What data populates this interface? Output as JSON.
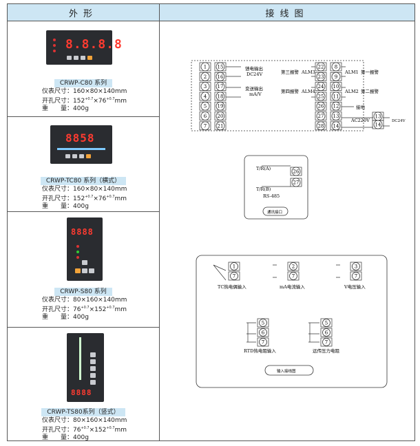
{
  "header": {
    "left": "外形",
    "right": "接线图"
  },
  "products": [
    {
      "name": "CRWP-C80 系列",
      "display": "8.8.8.8",
      "dim_label": "仪表尺寸：",
      "dim": "160×80×140mm",
      "cut_label": "开孔尺寸：",
      "cut": "152",
      "cut_tol1": "+0.7",
      "cut_mid": "×76",
      "cut_tol2": "+0.7",
      "cut_unit": "mm",
      "wt_label": "重　　量：",
      "wt": "400g"
    },
    {
      "name": "CRWP-TC80 系列（横式）",
      "display": "8858",
      "dim_label": "仪表尺寸：",
      "dim": "160×80×140mm",
      "cut_label": "开孔尺寸：",
      "cut": "152",
      "cut_tol1": "+0.7",
      "cut_mid": "×76",
      "cut_tol2": "+0.7",
      "cut_unit": "mm",
      "wt_label": "重　　量：",
      "wt": "400g"
    },
    {
      "name": "CRWP-S80 系列",
      "display": "8888",
      "dim_label": "仪表尺寸：",
      "dim": "80×160×140mm",
      "cut_label": "开孔尺寸：",
      "cut": "76",
      "cut_tol1": "+0.7",
      "cut_mid": "×152",
      "cut_tol2": "+0.7",
      "cut_unit": "mm",
      "wt_label": "重　　量：",
      "wt": "400g"
    },
    {
      "name": "CRWP-TS80系列（竖式）",
      "display": "8888",
      "dim_label": "仪表尺寸：",
      "dim": "80×160×140mm",
      "cut_label": "开孔尺寸：",
      "cut": "76",
      "cut_tol1": "+0.7",
      "cut_mid": "×152",
      "cut_tol2": "+0.7",
      "cut_unit": "mm",
      "wt_label": "重　　量：",
      "wt": "400g"
    }
  ],
  "wiring": {
    "terms_left_a": [
      "1",
      "2",
      "3",
      "4",
      "5",
      "6",
      "7"
    ],
    "terms_left_b": [
      "15",
      "16",
      "17",
      "18",
      "19",
      "20",
      "21"
    ],
    "terms_right_a": [
      "22",
      "23",
      "24",
      "25",
      "26",
      "27",
      "28"
    ],
    "terms_right_b": [
      "8",
      "9",
      "10",
      "11",
      "12",
      "13",
      "14"
    ],
    "feed_label": "馈电输出",
    "feed_v": "DC24V",
    "tx_label": "变送输出",
    "tx_unit": "mA/V",
    "alm3_text": "第三报警",
    "alm3": "ALM3",
    "alm4_text": "第四报警",
    "alm4": "ALM4",
    "alm1": "ALM1",
    "alm1_text": "第一报警",
    "alm2": "ALM2",
    "alm2_text": "第二报警",
    "ground": "接地",
    "ac": "AC220V",
    "dc_terms": [
      "13",
      "14"
    ],
    "dc_v": "DC24V"
  },
  "comm": {
    "ta": "T/R(A)",
    "tb": "T/R(B)",
    "t1": "26",
    "t2": "27",
    "rs": "RS-485",
    "caption": "通讯接口"
  },
  "inputs": {
    "tc": [
      "1",
      "7"
    ],
    "tc_label": "TC热电偶输入",
    "ma": [
      "2",
      "7"
    ],
    "ma_label": "mA电流输入",
    "v": [
      "3",
      "7"
    ],
    "v_label": "V电压输入",
    "rtd": [
      "5",
      "6",
      "7"
    ],
    "rtd_label": "RTD热电阻输入",
    "rp": [
      "5",
      "6",
      "7"
    ],
    "rp_label": "远传压力电阻",
    "caption": "输入接线图"
  }
}
